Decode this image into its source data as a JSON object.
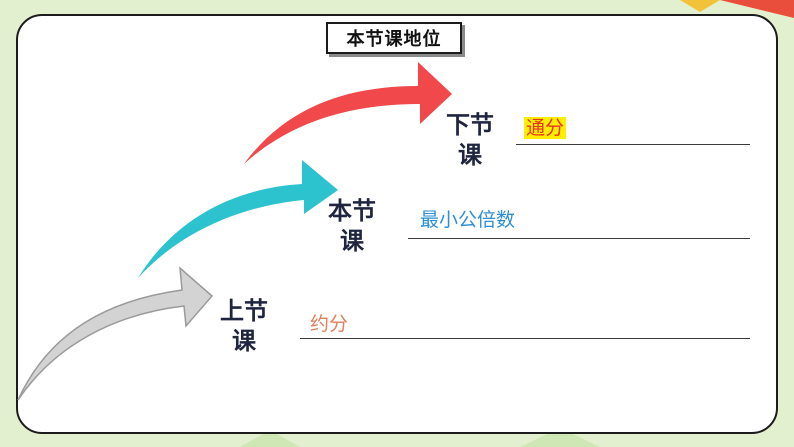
{
  "slide": {
    "title": "本节课地位",
    "steps": [
      {
        "label": "下节课",
        "note": "通分",
        "note_color": "#e8321e",
        "note_highlight": "#ffee00",
        "arrow_color": "#f0484b"
      },
      {
        "label": "本节课",
        "note": "最小公倍数",
        "note_color": "#2e8fd4",
        "arrow_color": "#2cc3cf"
      },
      {
        "label": "上节课",
        "note": "约分",
        "note_color": "#e0805e",
        "arrow_color": "#d3d3d3"
      }
    ]
  },
  "colors": {
    "background": "#e3f0cf",
    "card": "#ffffff",
    "card_border": "#1c1c1c",
    "label_text": "#1f2540"
  }
}
